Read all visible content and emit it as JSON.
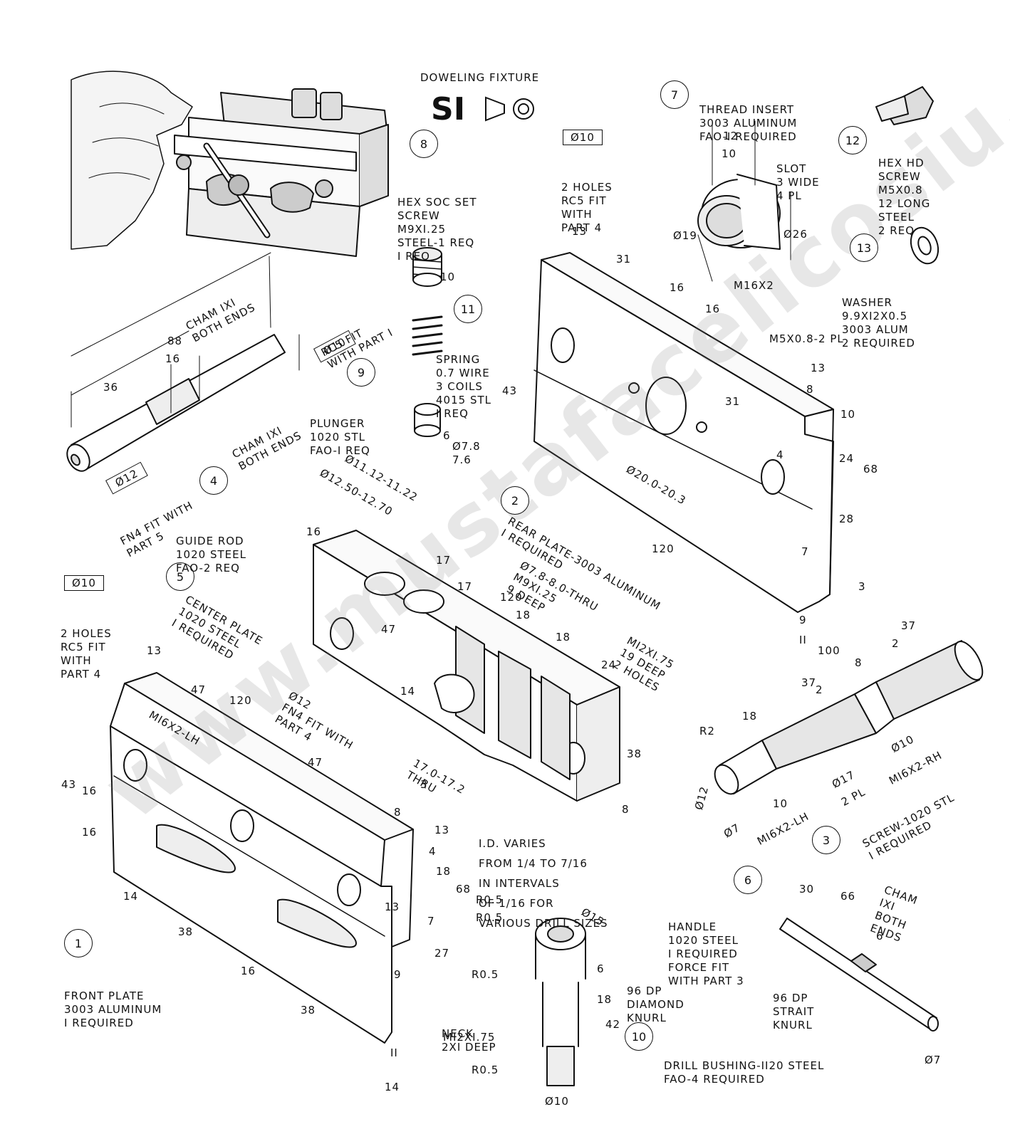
{
  "title": "DOWELING FIXTURE",
  "si_mark": "SI",
  "watermark": "www.mustafacelicosiu.com",
  "parts": {
    "p1": {
      "num": "1",
      "lines": [
        "FRONT PLATE",
        "3003 ALUMINUM",
        "I REQUIRED"
      ]
    },
    "p2": {
      "num": "2",
      "lines": [
        "REAR PLATE-3003 ALUMINUM",
        "I REQUIRED"
      ]
    },
    "p3": {
      "num": "3",
      "lines": [
        "SCREW-1020 STL",
        "I REQUIRED"
      ]
    },
    "p4": {
      "num": "4",
      "lines": [
        "GUIDE ROD",
        "1020 STEEL",
        "FAO-2 REQ"
      ]
    },
    "p5": {
      "num": "5",
      "lines": [
        "CENTER PLATE",
        "1020 STEEL",
        "I REQUIRED"
      ]
    },
    "p6": {
      "num": "6",
      "lines": [
        "HANDLE",
        "1020 STEEL",
        "I REQUIRED",
        "FORCE FIT",
        "WITH PART 3"
      ]
    },
    "p7": {
      "num": "7",
      "lines": [
        "THREAD INSERT",
        "3003 ALUMINUM",
        "FAO-I REQUIRED"
      ]
    },
    "p8": {
      "num": "8",
      "lines": [
        "HEX SOC SET",
        "SCREW",
        "M9XI.25",
        "STEEL-1 REQ",
        "I REQ"
      ]
    },
    "p9": {
      "num": "9",
      "lines": [
        "PLUNGER",
        "1020 STL",
        "FAO-I REQ"
      ]
    },
    "p10": {
      "num": "10",
      "lines": [
        "DRILL BUSHING-II20 STEEL",
        "FAO-4 REQUIRED"
      ]
    },
    "p11": {
      "num": "11",
      "lines": [
        "SPRING",
        "0.7 WIRE",
        "3 COILS",
        "4015 STL",
        "I REQ"
      ]
    },
    "p12": {
      "num": "12",
      "lines": [
        "HEX HD",
        "SCREW",
        "M5X0.8",
        "12 LONG",
        "STEEL",
        "2 REQ"
      ]
    },
    "p13": {
      "num": "13",
      "lines": [
        "WASHER",
        "9.9XI2X0.5",
        "3003 ALUM",
        "2 REQUIRED"
      ]
    }
  },
  "notes": {
    "rear_holes_box": "Ø10",
    "rear_holes": [
      "2 HOLES",
      "RC5 FIT",
      "WITH",
      "PART 4"
    ],
    "front_holes_box": "Ø10",
    "front_holes": [
      "2 HOLES",
      "RC5 FIT",
      "WITH",
      "PART 4"
    ],
    "rod_box_a": "Ø10",
    "rod_box_b": "Ø12",
    "rod_fit_a": [
      "RC5 FIT",
      "WITH PART I"
    ],
    "rod_fit_b": [
      "FN4 FIT WITH",
      "PART 5"
    ],
    "rod_cham_a": [
      "CHAM IXI",
      "BOTH ENDS"
    ],
    "rod_cham_b": [
      "CHAM IXI",
      "BOTH ENDS"
    ],
    "slot": [
      "SLOT",
      "3 WIDE",
      "4 PL"
    ],
    "m16": "M16X2",
    "m5": "M5X0.8-2 PL",
    "bore": "Ø20.0-20.3",
    "center_d1": "Ø12.50-12.70",
    "center_d2": "Ø11.12-11.22",
    "center_d3": [
      "Ø7.8-8.0-THRU",
      "M9XI.25",
      "9 DEEP"
    ],
    "center_d4": [
      "MI2XI.75",
      "19 DEEP",
      "2 HOLES"
    ],
    "center_fn4": [
      "Ø12",
      "FN4 FIT WITH",
      "PART 4"
    ],
    "center_thru": [
      "17.0-17.2",
      "THRU"
    ],
    "plunger_dims": [
      "Ø7.8",
      "7.6"
    ],
    "front_thread": "MI6X2-LH",
    "id_varies": [
      "I.D. VARIES",
      "FROM 1/4 TO 7/16",
      "IN INTERVALS",
      "OF 1/16 FOR",
      "VARIOUS DRILL SIZES"
    ],
    "bushing": [
      "R0.5",
      "R0.5",
      "R0.5",
      "NECK",
      "2XI DEEP",
      "MI2XI.75",
      "R0.5",
      "Ø15",
      "96 DP",
      "DIAMOND",
      "KNURL",
      "Ø10"
    ],
    "screw_notes": [
      "R2",
      "Ø12",
      "Ø7",
      "MI6X2-LH",
      "Ø17",
      "2 PL",
      "Ø10",
      "MI6X2-RH"
    ],
    "handle_notes": [
      "CHAM",
      "IXI",
      "BOTH",
      "ENDS",
      "96 DP",
      "STRAIT",
      "KNURL",
      "Ø7"
    ]
  },
  "dims": {
    "rod": [
      "88",
      "16",
      "36"
    ],
    "insert": [
      "12",
      "10",
      "Ø19",
      "Ø26"
    ],
    "rear": [
      "13",
      "31",
      "16",
      "16",
      "43",
      "13",
      "8",
      "10",
      "24",
      "28",
      "68",
      "7",
      "3",
      "9",
      "II",
      "31",
      "4",
      "120"
    ],
    "center": [
      "16",
      "17",
      "17",
      "120",
      "18",
      "18",
      "24",
      "47",
      "14",
      "38",
      "8"
    ],
    "front": [
      "13",
      "47",
      "120",
      "47",
      "43",
      "16",
      "16",
      "14",
      "38",
      "16",
      "38",
      "3",
      "8",
      "13",
      "4",
      "18",
      "13",
      "68",
      "7",
      "27",
      "9",
      "II",
      "14"
    ],
    "screw": [
      "37",
      "2",
      "8",
      "37",
      "2",
      "18",
      "100",
      "10"
    ],
    "bushing": [
      "6",
      "18",
      "42"
    ],
    "handle": [
      "30",
      "66",
      "6"
    ],
    "misc": [
      "10",
      "6"
    ]
  }
}
